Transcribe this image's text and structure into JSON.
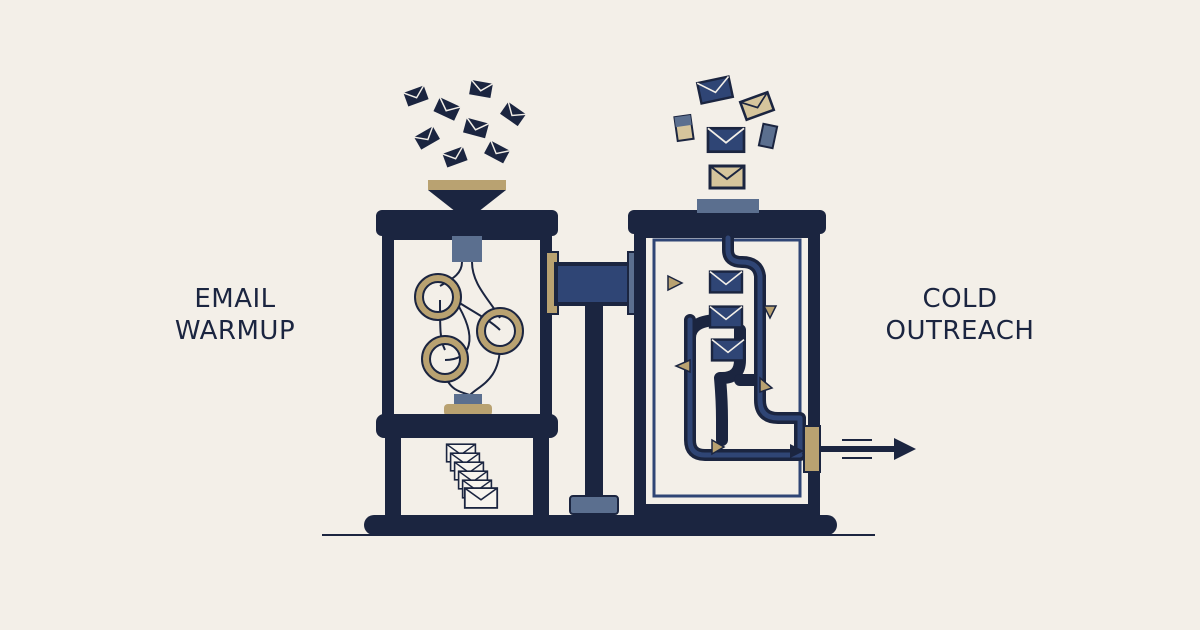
{
  "labels": {
    "left_line1": "EMAIL",
    "left_line2": "WARMUP",
    "right_line1": "COLD",
    "right_line2": "OUTREACH"
  },
  "colors": {
    "background": "#f3efe8",
    "navy": "#1b2540",
    "mid_blue": "#2f4575",
    "slate": "#5b6f8f",
    "gold": "#b9a271",
    "light_gold": "#d6c59c"
  }
}
